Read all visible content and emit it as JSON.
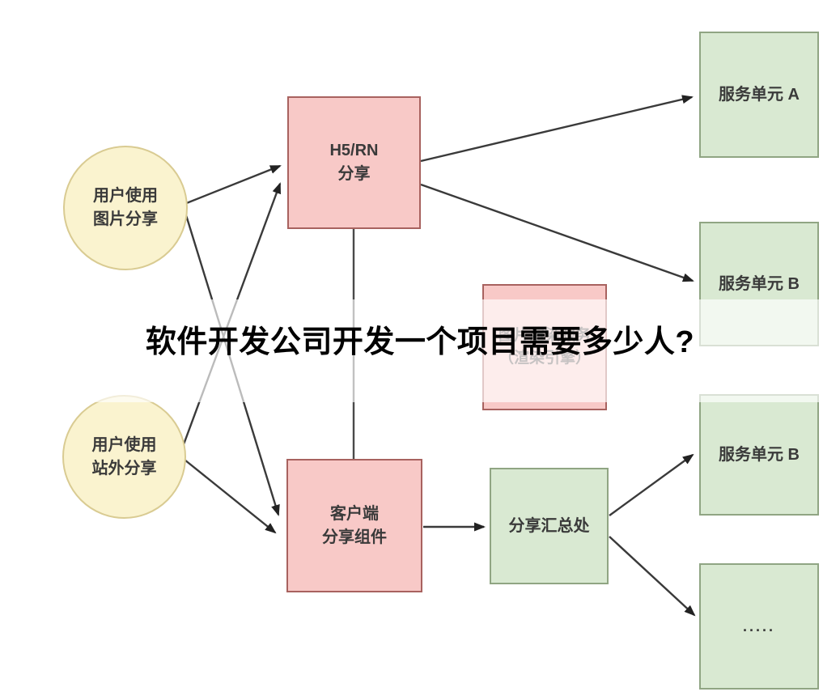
{
  "title": {
    "text": "软件开发公司开发一个项目需要多少人?"
  },
  "diagram": {
    "nodes": {
      "user_image_share": {
        "label": "用户使用\n图片分享",
        "shape": "circle",
        "color": "#faf3cf"
      },
      "user_offsite_share": {
        "label": "用户使用\n站外分享",
        "shape": "circle",
        "color": "#faf3cf"
      },
      "h5rn_share": {
        "label": "H5/RN\n分享",
        "shape": "rect",
        "color": "#f8c9c7"
      },
      "client_share_component": {
        "label": "客户端\n分享组件",
        "shape": "rect",
        "color": "#f8c9c7"
      },
      "image_render_service": {
        "label": "图片渲染服务\n（渲染引擎）",
        "shape": "rect",
        "color": "#f8c9c7",
        "note": "partially hidden behind title overlay"
      },
      "share_hub": {
        "label": "分享汇总处",
        "shape": "rect",
        "color": "#d9e9d2"
      },
      "service_unit_a": {
        "label": "服务单元 A",
        "shape": "rect",
        "color": "#d9e9d2"
      },
      "service_unit_b1": {
        "label": "服务单元 B",
        "shape": "rect",
        "color": "#d9e9d2"
      },
      "service_unit_b2": {
        "label": "服务单元 B",
        "shape": "rect",
        "color": "#d9e9d2"
      },
      "service_unit_more": {
        "label": ".....",
        "shape": "rect",
        "color": "#d9e9d2"
      }
    },
    "edges": [
      {
        "from": "user_image_share",
        "to": "h5rn_share",
        "arrow": true
      },
      {
        "from": "user_image_share",
        "to": "client_share_component",
        "arrow": true
      },
      {
        "from": "user_offsite_share",
        "to": "h5rn_share",
        "arrow": true
      },
      {
        "from": "user_offsite_share",
        "to": "client_share_component",
        "arrow": true
      },
      {
        "from": "h5rn_share",
        "to": "service_unit_a",
        "arrow": true
      },
      {
        "from": "h5rn_share",
        "to": "service_unit_b1",
        "arrow": true
      },
      {
        "from": "h5rn_share",
        "to": "client_share_component",
        "arrow": false
      },
      {
        "from": "client_share_component",
        "to": "share_hub",
        "arrow": true
      },
      {
        "from": "share_hub",
        "to": "service_unit_b2",
        "arrow": true
      },
      {
        "from": "share_hub",
        "to": "service_unit_more",
        "arrow": true
      }
    ],
    "colors": {
      "background": "#ffffff",
      "circle_fill": "#faf3cf",
      "circle_border": "#d9cb92",
      "pink_fill": "#f8c9c7",
      "pink_border": "#a8625f",
      "green_fill": "#d9e9d2",
      "green_border": "#90a583",
      "edge_line": "#3a3a3a",
      "arrowhead": "#222222",
      "title_text": "#000000"
    }
  }
}
